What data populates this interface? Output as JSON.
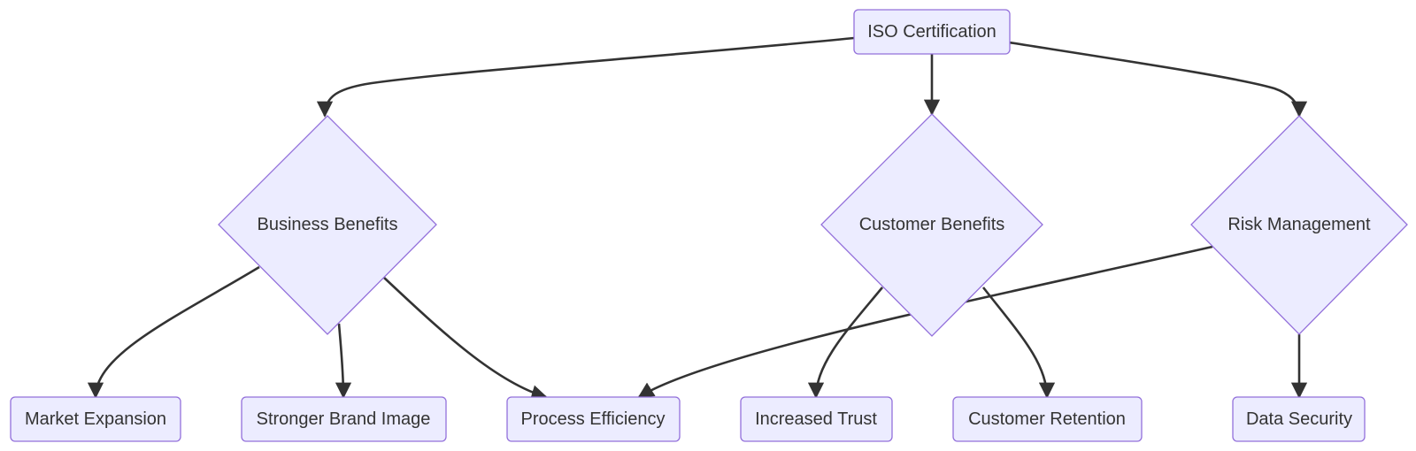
{
  "nodes": {
    "iso": "ISO Certification",
    "business": "Business Benefits",
    "customer": "Customer Benefits",
    "risk": "Risk Management",
    "market": "Market Expansion",
    "brand": "Stronger Brand Image",
    "process": "Process Efficiency",
    "trust": "Increased Trust",
    "retention": "Customer Retention",
    "security": "Data Security"
  },
  "edges": [
    {
      "from": "ISO Certification",
      "to": "Business Benefits"
    },
    {
      "from": "ISO Certification",
      "to": "Customer Benefits"
    },
    {
      "from": "ISO Certification",
      "to": "Risk Management"
    },
    {
      "from": "Business Benefits",
      "to": "Market Expansion"
    },
    {
      "from": "Business Benefits",
      "to": "Stronger Brand Image"
    },
    {
      "from": "Business Benefits",
      "to": "Process Efficiency"
    },
    {
      "from": "Customer Benefits",
      "to": "Increased Trust"
    },
    {
      "from": "Customer Benefits",
      "to": "Customer Retention"
    },
    {
      "from": "Risk Management",
      "to": "Process Efficiency"
    },
    {
      "from": "Risk Management",
      "to": "Data Security"
    }
  ],
  "colors": {
    "node_fill": "#ECECFF",
    "node_stroke": "#9370DB",
    "edge": "#333333",
    "text": "#333333"
  }
}
